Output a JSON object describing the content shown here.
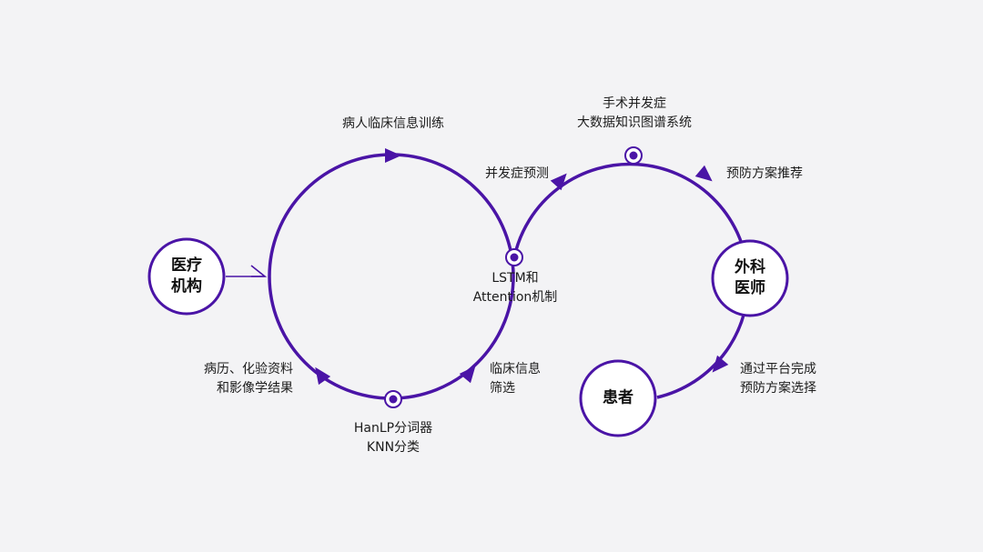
{
  "colors": {
    "accent": "#4a14a6",
    "background": "#f3f3f5",
    "text": "#1c1c1c"
  },
  "nodes": {
    "medical_institution": {
      "line1": "医疗",
      "line2": "机构"
    },
    "surgeon": {
      "line1": "外科",
      "line2": "医师"
    },
    "patient": {
      "line1": "患者"
    }
  },
  "labels": {
    "patient_info_training": "病人临床信息训练",
    "complication_prediction": "并发症预测",
    "lstm": {
      "line1": "LSTM和",
      "line2": "Attention机制"
    },
    "records": {
      "line1": "病历、化验资料",
      "line2": "和影像学结果"
    },
    "hanlp": {
      "line1": "HanLP分词器",
      "line2": "KNN分类"
    },
    "clinical_filter": {
      "line1": "临床信息",
      "line2": "筛选"
    },
    "knowledge_graph": {
      "line1": "手术并发症",
      "line2": "大数据知识图谱系统"
    },
    "prevention_recommend": "预防方案推荐",
    "platform_choice": {
      "line1": "通过平台完成",
      "line2": "预防方案选择"
    }
  }
}
